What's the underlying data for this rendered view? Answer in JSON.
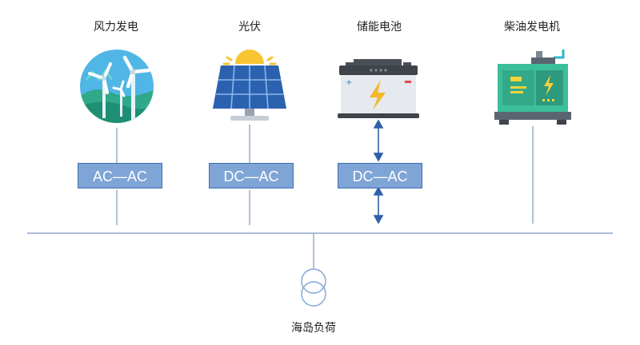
{
  "sources": [
    {
      "name": "风力发电",
      "icon": "wind-turbine-icon",
      "converter": "AC—AC"
    },
    {
      "name": "光伏",
      "icon": "solar-panel-icon",
      "converter": "DC—AC"
    },
    {
      "name": "储能电池",
      "icon": "battery-icon",
      "converter": "DC—AC"
    },
    {
      "name": "柴油发电机",
      "icon": "diesel-generator-icon",
      "converter": ""
    }
  ],
  "load": {
    "name": "海岛负荷",
    "icon": "transformer-icon"
  },
  "colors": {
    "line": "#8fa9c8",
    "converter_fill": "#7fa4d6",
    "converter_border": "#3e6fb0",
    "arrow": "#2f5fa8"
  }
}
